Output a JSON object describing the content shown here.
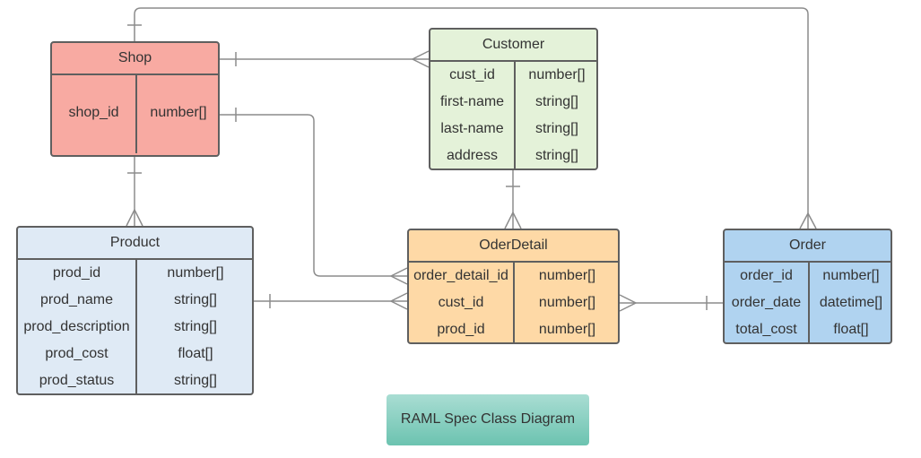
{
  "colors": {
    "line": "#8c8c8c",
    "border": "#5f5f5f",
    "shop_fill": "#f8aaa2",
    "customer_fill": "#e4f2d9",
    "product_fill": "#dfeaf5",
    "oderdetail_fill": "#fed9a6",
    "order_fill": "#b0d3f0",
    "caption_fill": "#7fcbbb"
  },
  "entities": {
    "shop": {
      "title": "Shop",
      "fields": [
        {
          "name": "shop_id",
          "type": "number[]"
        }
      ]
    },
    "customer": {
      "title": "Customer",
      "fields": [
        {
          "name": "cust_id",
          "type": "number[]"
        },
        {
          "name": "first-name",
          "type": "string[]"
        },
        {
          "name": "last-name",
          "type": "string[]"
        },
        {
          "name": "address",
          "type": "string[]"
        }
      ]
    },
    "product": {
      "title": "Product",
      "fields": [
        {
          "name": "prod_id",
          "type": "number[]"
        },
        {
          "name": "prod_name",
          "type": "string[]"
        },
        {
          "name": "prod_description",
          "type": "string[]"
        },
        {
          "name": "prod_cost",
          "type": "float[]"
        },
        {
          "name": "prod_status",
          "type": "string[]"
        }
      ]
    },
    "oderdetail": {
      "title": "OderDetail",
      "fields": [
        {
          "name": "order_detail_id",
          "type": "number[]"
        },
        {
          "name": "cust_id",
          "type": "number[]"
        },
        {
          "name": "prod_id",
          "type": "number[]"
        }
      ]
    },
    "order": {
      "title": "Order",
      "fields": [
        {
          "name": "order_id",
          "type": "number[]"
        },
        {
          "name": "order_date",
          "type": "datetime[]"
        },
        {
          "name": "total_cost",
          "type": "float[]"
        }
      ]
    }
  },
  "relationships": [
    {
      "from": "Shop",
      "to": "Customer",
      "from_end": "one",
      "to_end": "many"
    },
    {
      "from": "Shop",
      "to": "Order",
      "from_end": "one",
      "to_end": "many"
    },
    {
      "from": "Shop",
      "to": "Product",
      "from_end": "one",
      "to_end": "many"
    },
    {
      "from": "Shop",
      "to": "OderDetail",
      "from_end": "one",
      "to_end": "many"
    },
    {
      "from": "Customer",
      "to": "OderDetail",
      "from_end": "one",
      "to_end": "many"
    },
    {
      "from": "Product",
      "to": "OderDetail",
      "from_end": "one",
      "to_end": "many"
    },
    {
      "from": "Order",
      "to": "OderDetail",
      "from_end": "one",
      "to_end": "many"
    }
  ],
  "caption": "RAML Spec Class Diagram"
}
